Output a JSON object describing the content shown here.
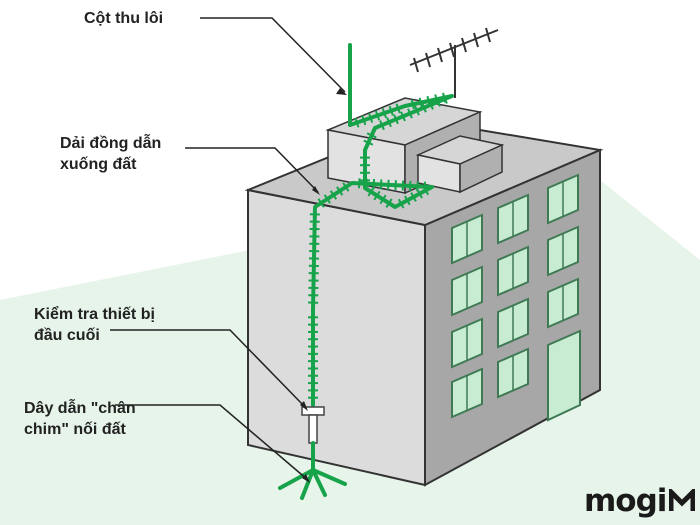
{
  "labels": {
    "lightning_rod": "Cột thu lôi",
    "down_conductor": "Dải đồng dẫn\nxuống đất",
    "test_terminal": "Kiểm tra thiết bị\nđầu cuối",
    "ground_conductor": "Dây dẫn \"chân\nchim\" nối đất"
  },
  "brand": {
    "logo_text": "mogi"
  },
  "colors": {
    "conductor": "#16a34a",
    "wall_light": "#dcdcdc",
    "wall_dark": "#a7a7a7",
    "roof": "#c9c9c9",
    "window_glass": "#c8ecd2",
    "window_frame": "#3f7a55",
    "ground": "#e6f4e9",
    "outline": "#333333"
  }
}
